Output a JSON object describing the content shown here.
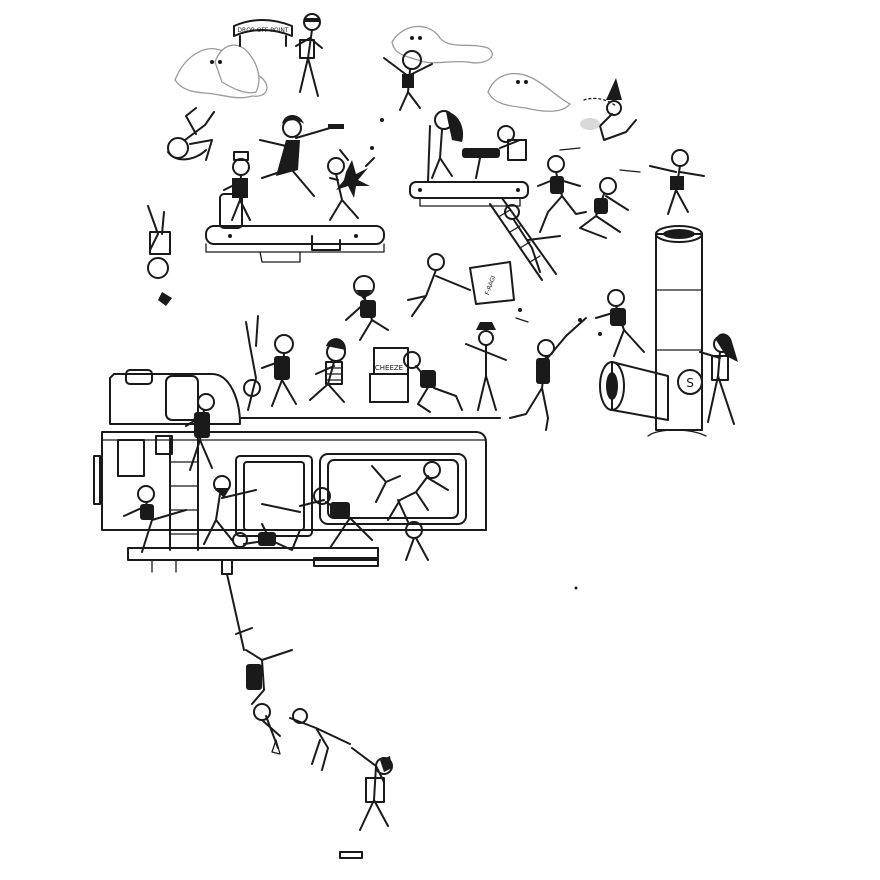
{
  "scene": {
    "banner_text": "DROP-OFF POINT",
    "box_label": "F-RAGI",
    "crate_label": "CHEEZE",
    "cannon_emblem": "S"
  },
  "colors": {
    "ink": "#1a1a1a",
    "paper": "#ffffff",
    "ghost": "#9a9a9a",
    "shade": "#d9d9d9"
  }
}
